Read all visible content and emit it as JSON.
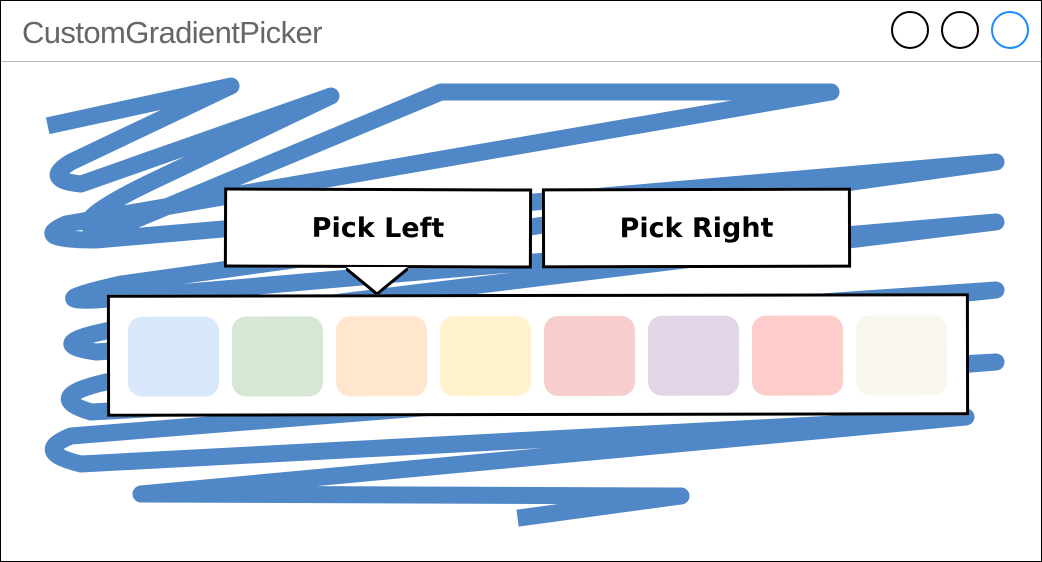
{
  "window": {
    "title": "CustomGradientPicker"
  },
  "controls": {
    "minimize": "window-circle",
    "maximize": "window-circle",
    "close": "window-circle",
    "close_color": "#1a8cff"
  },
  "buttons": {
    "pick_left_label": "Pick Left",
    "pick_right_label": "Pick Right"
  },
  "scribble_color": "#4f87c7",
  "swatches": [
    {
      "name": "blue",
      "color": "#dae8fc"
    },
    {
      "name": "green",
      "color": "#d5e8d4"
    },
    {
      "name": "orange",
      "color": "#ffe6cc"
    },
    {
      "name": "yellow",
      "color": "#fff2cc"
    },
    {
      "name": "red",
      "color": "#f8cecc"
    },
    {
      "name": "purple",
      "color": "#e1d5e7"
    },
    {
      "name": "pink",
      "color": "#ffcccc"
    },
    {
      "name": "beige",
      "color": "#f9f7ed"
    }
  ]
}
